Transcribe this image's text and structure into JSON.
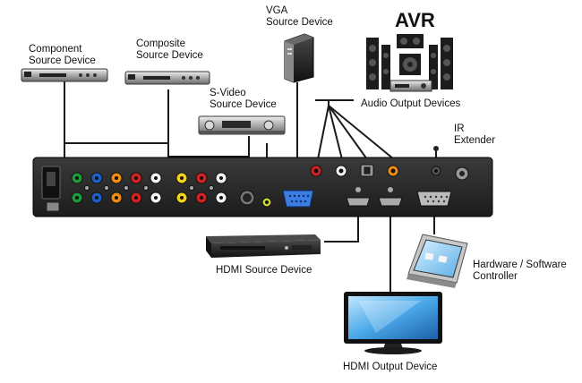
{
  "labels": {
    "component": [
      "Component",
      "Source Device"
    ],
    "composite": [
      "Composite",
      "Source Device"
    ],
    "svideo": [
      "S-Video",
      "Source Device"
    ],
    "vga": [
      "VGA",
      "Source Device"
    ],
    "avr_title": "AVR",
    "audio_output": "Audio Output Devices",
    "ir_extender": [
      "IR",
      "Extender"
    ],
    "hdmi_source": "HDMI Source Device",
    "controller": [
      "Hardware / Software",
      "Controller"
    ],
    "hdmi_output": "HDMI Output Device"
  },
  "colors": {
    "panel": "#2b2b2b",
    "wire": "#1a1a1a",
    "rca_green": "#1f9a3a",
    "rca_blue": "#1d5fc8",
    "rca_red": "#d22222",
    "rca_white": "#f4f4f4",
    "rca_yellow": "#f2d21a",
    "rca_orange": "#f08c12",
    "vga_blue": "#3b7de0",
    "screen_blue": "#4aa8e8"
  }
}
